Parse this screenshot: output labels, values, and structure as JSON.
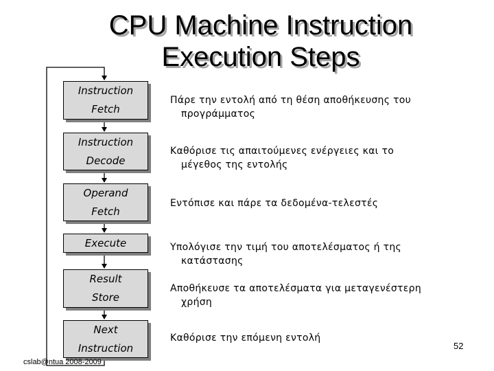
{
  "title": {
    "line1": "CPU Machine Instruction",
    "line2": "Execution Steps"
  },
  "steps": [
    {
      "line1": "Instruction",
      "line2": "Fetch",
      "desc1": "Πάρε την εντολή από τη θέση αποθήκευσης του",
      "desc2": "προγράμματος"
    },
    {
      "line1": "Instruction",
      "line2": "Decode",
      "desc1": "Καθόρισε τις απαιτούμενες ενέργειες και το",
      "desc2": "μέγεθος της εντολής"
    },
    {
      "line1": "Operand",
      "line2": "Fetch",
      "desc1": "Εντόπισε και πάρε τα δεδομένα-τελεστές",
      "desc2": ""
    },
    {
      "line1": "Execute",
      "line2": "",
      "desc1": "Υπολόγισε την τιμή του αποτελέσματος ή της",
      "desc2": "κατάστασης"
    },
    {
      "line1": "Result",
      "line2": "Store",
      "desc1": "Αποθήκευσε τα αποτελέσματα για μεταγενέστερη",
      "desc2": "χρήση"
    },
    {
      "line1": "Next",
      "line2": "Instruction",
      "desc1": "Καθόρισε την επόμενη εντολή",
      "desc2": ""
    }
  ],
  "footer": "cslab@ntua 2008-2009",
  "page_number": "52"
}
